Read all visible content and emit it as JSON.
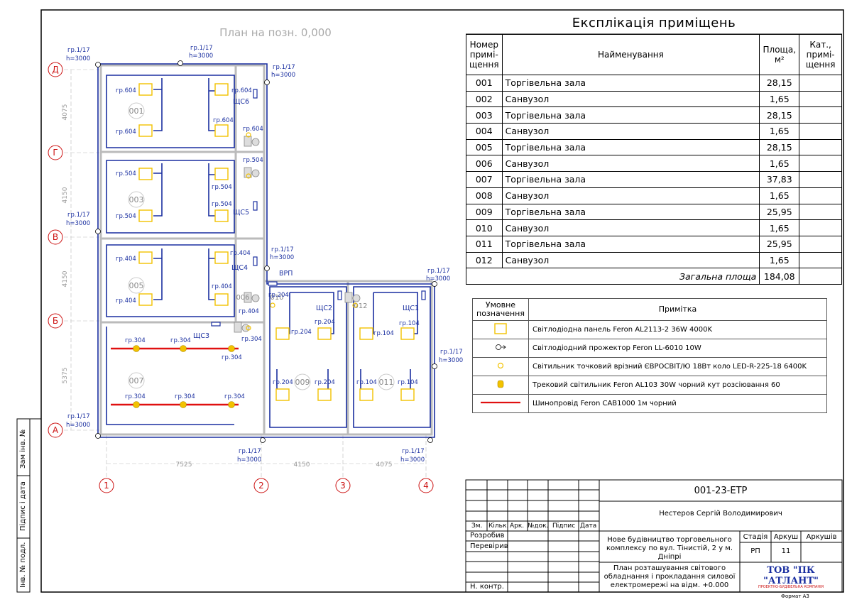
{
  "plan": {
    "title": "План на позн. 0,000",
    "axes_letters": [
      "Д",
      "Г",
      "В",
      "Б",
      "А"
    ],
    "axes_numbers": [
      "1",
      "2",
      "3",
      "4"
    ],
    "dims_vertical": [
      "4075",
      "4150",
      "4150",
      "5375"
    ],
    "dims_horizontal": [
      "7525",
      "4150",
      "4075"
    ],
    "room_numbers": [
      "001",
      "003",
      "005",
      "007",
      "009",
      "011",
      "006",
      "010",
      "012"
    ],
    "panels": [
      "ЩС6",
      "ЩС5",
      "ЩС4",
      "ЩС3",
      "ЩС2",
      "ЩС1",
      "ВРП"
    ],
    "groups": [
      "гр.604",
      "гр.504",
      "гр.404",
      "гр.304",
      "гр.204",
      "гр.104"
    ],
    "outdoor_group": "гр.1/17",
    "outdoor_height": "h=3000"
  },
  "explication": {
    "title": "Експлікація приміщень",
    "headers": [
      "Номер примі-щення",
      "Найменування",
      "Площа, м²",
      "Кат., примі-щення"
    ],
    "rows": [
      {
        "no": "001",
        "name": "Торгівельна зала",
        "area": "28,15"
      },
      {
        "no": "002",
        "name": "Санвузол",
        "area": "1,65"
      },
      {
        "no": "003",
        "name": "Торгівельна зала",
        "area": "28,15"
      },
      {
        "no": "004",
        "name": "Санвузол",
        "area": "1,65"
      },
      {
        "no": "005",
        "name": "Торгівельна зала",
        "area": "28,15"
      },
      {
        "no": "006",
        "name": "Санвузол",
        "area": "1,65"
      },
      {
        "no": "007",
        "name": "Торгівельна зала",
        "area": "37,83"
      },
      {
        "no": "008",
        "name": "Санвузол",
        "area": "1,65"
      },
      {
        "no": "009",
        "name": "Торгівельна зала",
        "area": "25,95"
      },
      {
        "no": "010",
        "name": "Санвузол",
        "area": "1,65"
      },
      {
        "no": "011",
        "name": "Торгівельна зала",
        "area": "25,95"
      },
      {
        "no": "012",
        "name": "Санвузол",
        "area": "1,65"
      }
    ],
    "total_label": "Загальна площа",
    "total_value": "184,08"
  },
  "legend": {
    "header_symbol": "Умовне позначення",
    "header_note": "Примітка",
    "items": [
      {
        "icon": "square-panel-icon",
        "text": "Світлодіодна панель Feron AL2113-2 36W 4000K"
      },
      {
        "icon": "projector-icon",
        "text": "Світлодіодний прожектор Feron LL-6010 10W"
      },
      {
        "icon": "spot-light-icon",
        "text": "Світильник точковий врізний ЄВРОСВІТ/Ю 18Вт коло LED-R-225-18 6400K"
      },
      {
        "icon": "track-light-icon",
        "text": "Трековий світильник Feron AL103 30W чорний кут розсіювання 60"
      },
      {
        "icon": "busbar-icon",
        "text": "Шинопровід Feron CAB1000 1м чорний"
      }
    ]
  },
  "titleblock": {
    "code": "001-23-ЕТР",
    "author": "Нестеров Сергій Володимирович",
    "col_headers": [
      "Зм.",
      "Кільк.",
      "Арк.",
      "№док.",
      "Підпис",
      "Дата"
    ],
    "roles": [
      "Розробив",
      "Перевірив",
      "Н. контр."
    ],
    "project": "Нове будівництво торговельного комплексу по вул. Тінистій, 2 у м. Дніпрі",
    "drawing": "План розташування світового обладнання і прокладання силової електромережі на відм. +0.000",
    "stage_label": "Стадія",
    "sheet_label": "Аркуш",
    "sheets_label": "Аркушів",
    "stage": "РП",
    "sheet": "11",
    "company": "ТОВ \"ПК \"АТЛАНТ\"",
    "company_sub": "ПРОЕКТНО-БУДІВЕЛЬНА КОМПАНІЯ",
    "format": "Формат А3"
  },
  "stamp": [
    "Зам інв. №",
    "Підпис і дата",
    "Інв. № подл."
  ],
  "colors": {
    "wall": "#1a2fa0",
    "group": "#1a2fa0",
    "axis": "#cc1111",
    "lamp": "#f2c200",
    "busbar": "#e01010"
  }
}
